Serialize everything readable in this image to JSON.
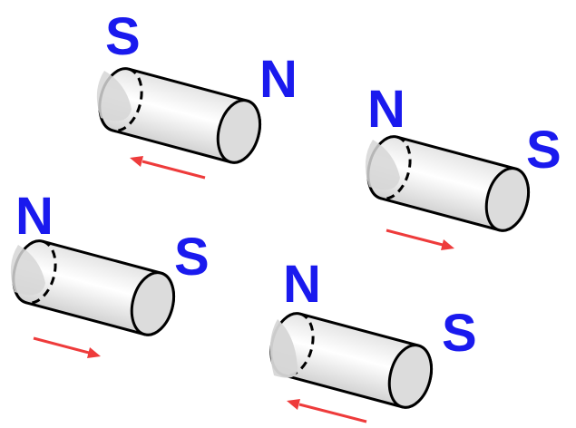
{
  "colors": {
    "pole_label": "#1a1aee",
    "arrow": "#ee3b3b",
    "outline": "#000000",
    "end_face": "#dcdcdc"
  },
  "magnets": [
    {
      "name": "magnet-top-left",
      "left_label": "S",
      "right_label": "N",
      "arrow_direction": "left"
    },
    {
      "name": "magnet-top-right",
      "left_label": "N",
      "right_label": "S",
      "arrow_direction": "right"
    },
    {
      "name": "magnet-bottom-left",
      "left_label": "N",
      "right_label": "S",
      "arrow_direction": "right"
    },
    {
      "name": "magnet-bottom-right",
      "left_label": "N",
      "right_label": "S",
      "arrow_direction": "left"
    }
  ]
}
